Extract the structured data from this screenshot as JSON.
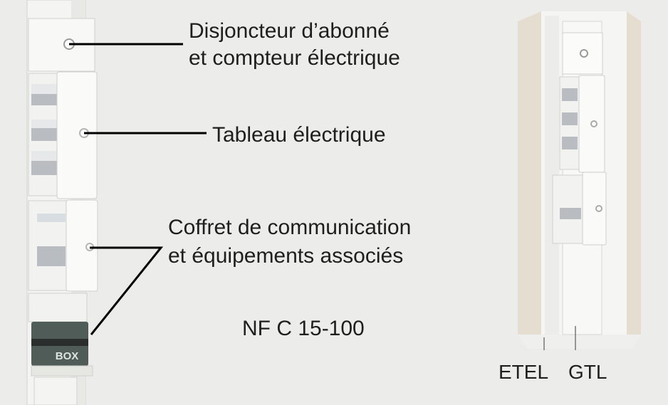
{
  "labels": {
    "disjoncteur_line1": "Disjoncteur d’abonné",
    "disjoncteur_line2": "et compteur électrique",
    "tableau": "Tableau électrique",
    "coffret_line1": "Coffret de communication",
    "coffret_line2": "et équipements associés",
    "norme": "NF C 15-100",
    "etel": "ETEL",
    "gtl": "GTL",
    "box_text": "BOX"
  },
  "colors": {
    "background": "#ececea",
    "panel": "#f7f7f5",
    "wall": "#e6ddd1",
    "box": "#4f5c58",
    "line": "#000000"
  }
}
